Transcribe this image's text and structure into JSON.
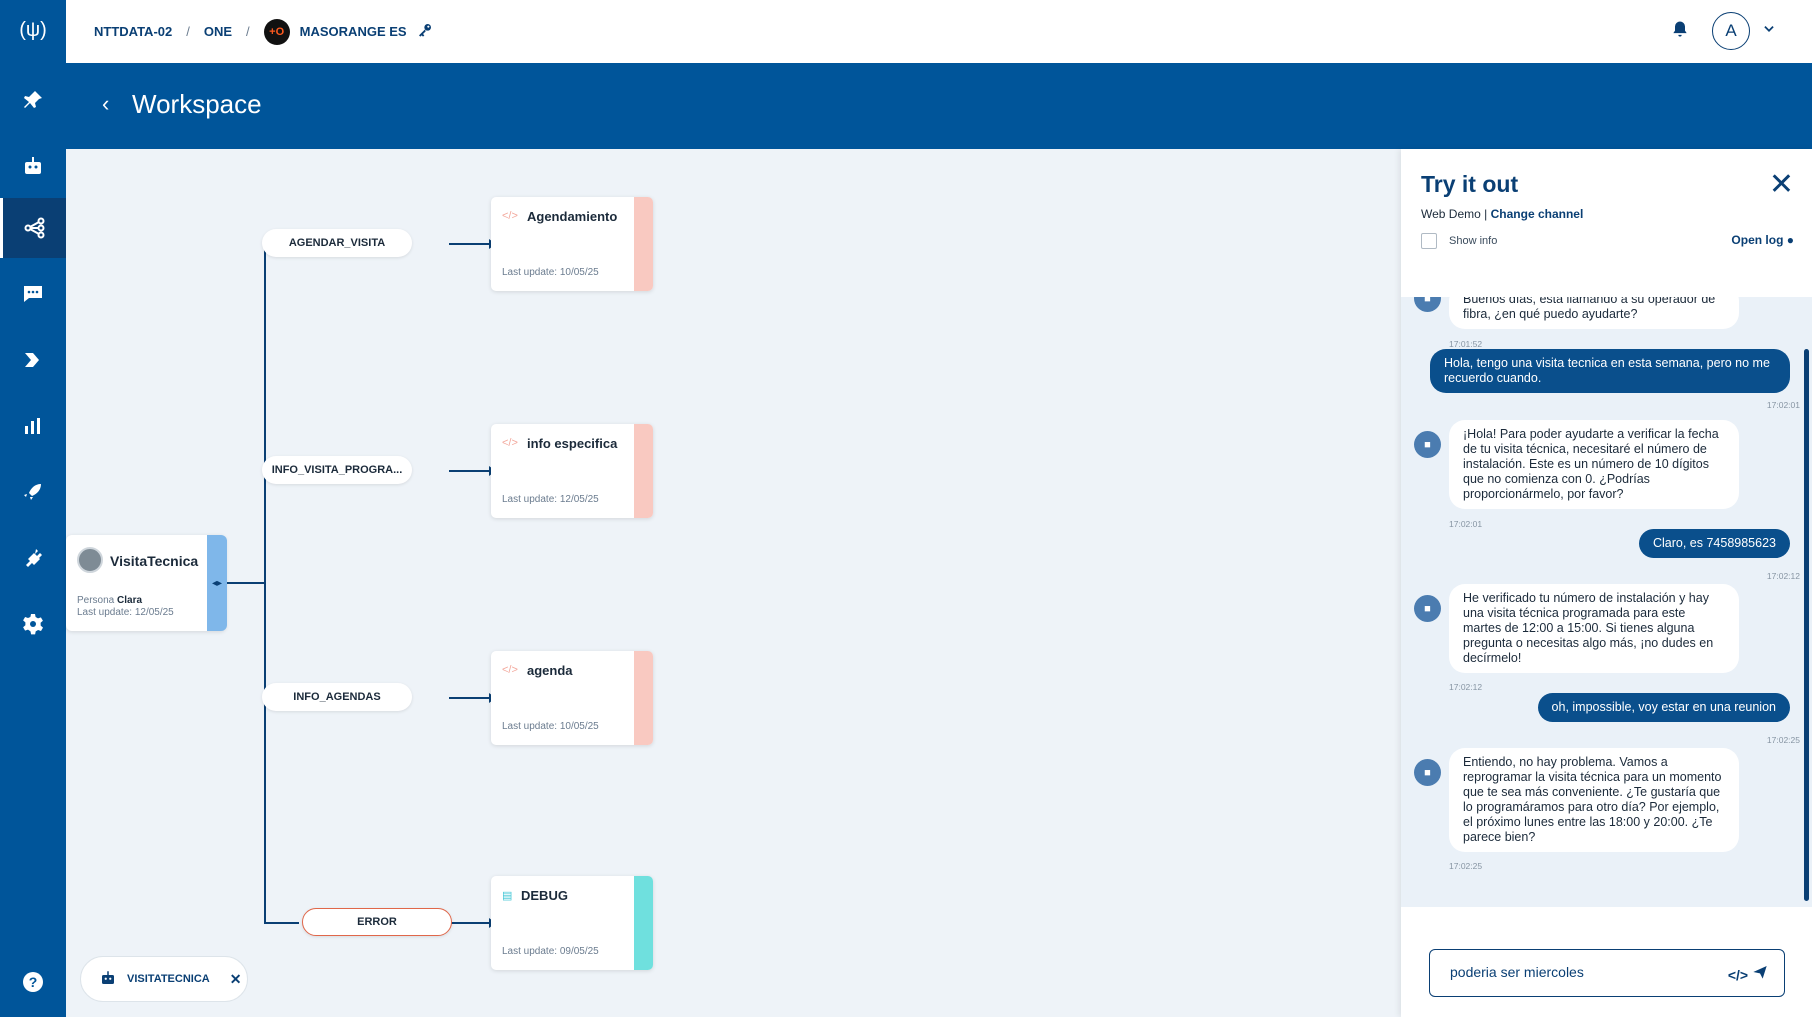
{
  "app": {
    "logo": "(ψ)"
  },
  "sidebar": {
    "items": [
      "pin-icon",
      "bot-icon",
      "flow-icon",
      "chat-icon",
      "routing-icon",
      "chart-icon",
      "rocket-icon",
      "plug-icon",
      "gear-icon"
    ],
    "help": "?"
  },
  "breadcrumb": {
    "org": "NTTDATA-02",
    "sep1": "/",
    "project": "ONE",
    "sep2": "/",
    "client": "MASORANGE ES",
    "client_logo": "+O"
  },
  "topbar": {
    "avatar": "A"
  },
  "header": {
    "back": "‹",
    "title": "Workspace"
  },
  "flow": {
    "main": {
      "name": "VisitaTecnica",
      "persona_label": "Persona",
      "persona": "Clara",
      "updated": "Last update: 12/05/25"
    },
    "edges": [
      "AGENDAR_VISITA",
      "INFO_VISITA_PROGRA...",
      "INFO_AGENDAS",
      "ERROR"
    ],
    "nodes": [
      {
        "title": "Agendamiento",
        "updated": "Last update: 10/05/25",
        "icon": "</>"
      },
      {
        "title": "info especifica",
        "updated": "Last update: 12/05/25",
        "icon": "</>"
      },
      {
        "title": "agenda",
        "updated": "Last update: 10/05/25",
        "icon": "</>"
      },
      {
        "title": "DEBUG",
        "updated": "Last update: 09/05/25",
        "icon": "▤"
      }
    ],
    "colors": {
      "code_band": "#f9c9c1",
      "debug_band": "#6fe0de"
    }
  },
  "chip": {
    "label": "VISITATECNICA",
    "close": "✕"
  },
  "panel": {
    "title": "Try it out",
    "close": "✕",
    "channel": "Web Demo",
    "change_channel": "Change channel",
    "show_info": "Show info",
    "open_log": "Open log",
    "messages": [
      {
        "from": "bot",
        "text": "Buenos días, está llamando a su operador de fibra, ¿en qué puedo ayudarte?",
        "time": "17:01:52"
      },
      {
        "from": "user",
        "text": "Hola, tengo una visita tecnica en esta semana, pero no me recuerdo cuando.",
        "time": "17:02:01"
      },
      {
        "from": "bot",
        "text": "¡Hola! Para poder ayudarte a verificar la fecha de tu visita técnica, necesitaré el número de instalación. Este es un número de 10 dígitos que no comienza con 0. ¿Podrías proporcionármelo, por favor?",
        "time": "17:02:01"
      },
      {
        "from": "user",
        "text": "Claro, es 7458985623",
        "time": "17:02:12"
      },
      {
        "from": "bot",
        "text": "He verificado tu número de instalación y hay una visita técnica programada para este martes de 12:00 a 15:00. Si tienes alguna pregunta o necesitas algo más, ¡no dudes en decírmelo!",
        "time": "17:02:12"
      },
      {
        "from": "user",
        "text": "oh, impossible, voy estar en una reunion",
        "time": "17:02:25"
      },
      {
        "from": "bot",
        "text": "Entiendo, no hay problema. Vamos a reprogramar la visita técnica para un momento que te sea más conveniente. ¿Te gustaría que lo programáramos para otro día? Por ejemplo, el próximo lunes entre las 18:00 y 20:00. ¿Te parece bien?",
        "time": "17:02:25"
      }
    ],
    "input_value": "poderia ser miercoles",
    "input_actions": "</>"
  }
}
